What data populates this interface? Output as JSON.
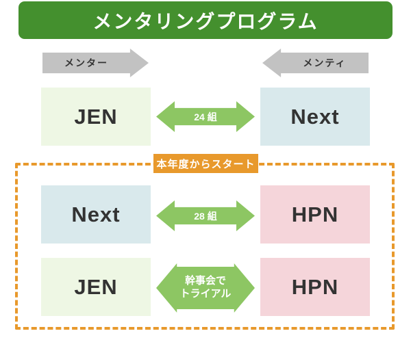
{
  "title": "メンタリングプログラム",
  "legend": {
    "mentor_label": "メンター",
    "mentee_label": "メンティ"
  },
  "badge_label": "本年度からスタート",
  "pairs": [
    {
      "left": "JEN",
      "right": "Next",
      "relation": "24 組"
    },
    {
      "left": "Next",
      "right": "HPN",
      "relation": "28 組"
    },
    {
      "left": "JEN",
      "right": "HPN",
      "relation_lines": [
        "幹事会で",
        "トライアル"
      ]
    }
  ],
  "colors": {
    "banner-green": "#44902e",
    "arrow-green": "#8dc663",
    "gray": "#c2c2c2",
    "box-green": "#eef7e4",
    "box-blue": "#d9e9ec",
    "box-pink": "#f5d5da",
    "orange": "#e8992c",
    "text-dark": "#333333",
    "text-white": "#ffffff"
  }
}
